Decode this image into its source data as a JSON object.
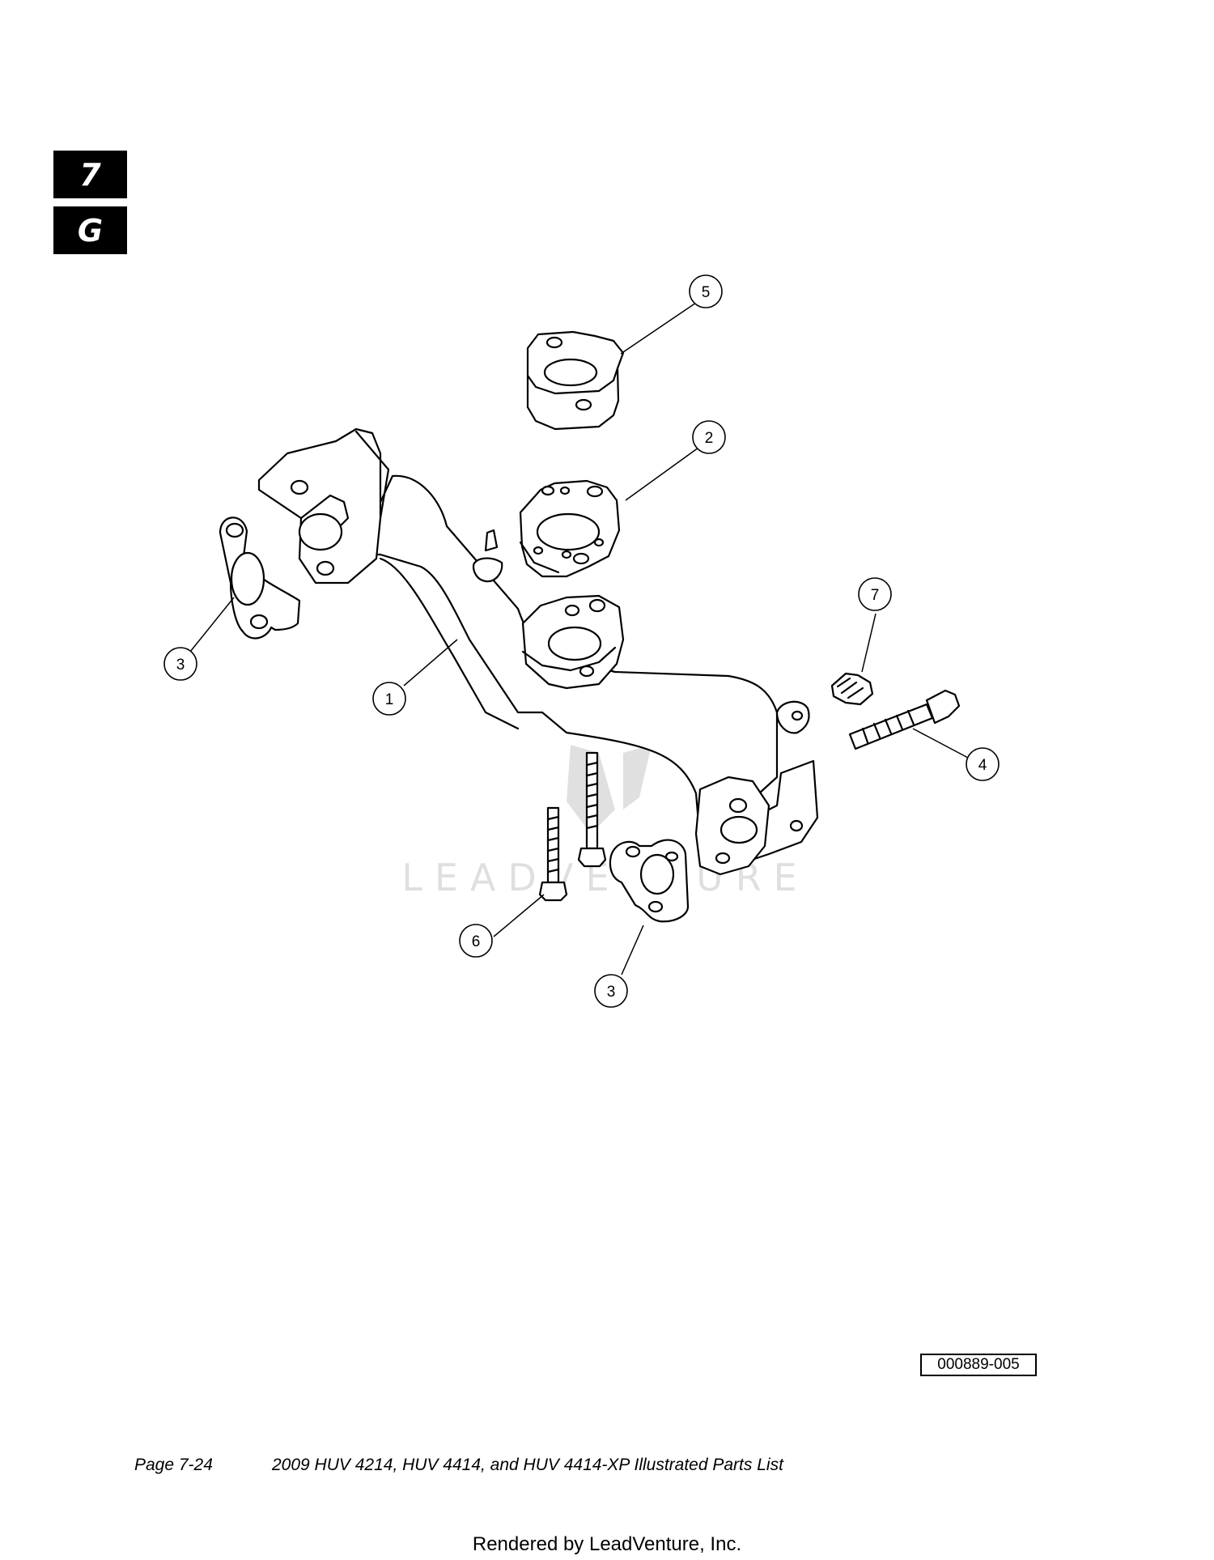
{
  "section_tabs": {
    "chapter": "7",
    "section": "G"
  },
  "callouts": [
    "5",
    "2",
    "7",
    "3",
    "1",
    "4",
    "6",
    "3"
  ],
  "watermark": "LEADVENTURE",
  "figure_number": "000889-005",
  "footer": {
    "page": "Page 7-24",
    "title": "2009 HUV 4214, HUV 4414, and HUV 4414-XP Illustrated Parts List",
    "rendered_by": "Rendered by LeadVenture, Inc."
  }
}
